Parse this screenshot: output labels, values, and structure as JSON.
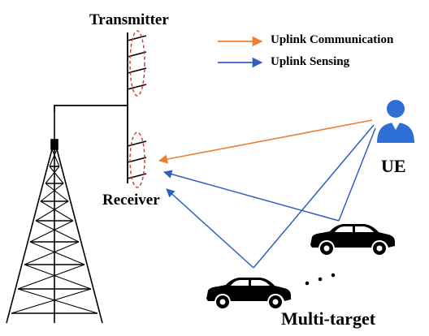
{
  "labels": {
    "transmitter": "Transmitter",
    "receiver": "Receiver",
    "ue": "UE",
    "multi_target": "Multi-target"
  },
  "legend": {
    "communication": "Uplink Communication",
    "sensing": "Uplink Sensing"
  },
  "colors": {
    "communication": "#ED7D31",
    "sensing": "#2E5FBF",
    "ue_icon": "#2E6FD6",
    "antenna_ellipse": "#D04040"
  }
}
